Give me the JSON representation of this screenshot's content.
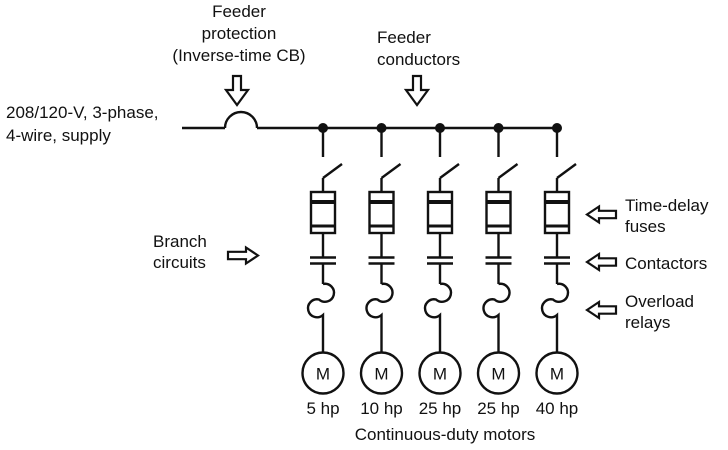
{
  "colors": {
    "ink": "#111111",
    "background": "#ffffff"
  },
  "supply_label": {
    "line1": "208/120-V, 3-phase,",
    "line2": "4-wire, supply"
  },
  "annotations": {
    "feeder_protection": {
      "line1": "Feeder",
      "line2": "protection",
      "line3": "(Inverse-time CB)",
      "pointer_icon": "down-block-arrow"
    },
    "feeder_conductors": {
      "line1": "Feeder",
      "line2": "conductors",
      "pointer_icon": "down-block-arrow"
    },
    "branch_circuits": {
      "line1": "Branch",
      "line2": "circuits",
      "pointer_icon": "right-block-arrow"
    },
    "time_delay_fuses": {
      "line1": "Time-delay",
      "line2": "fuses",
      "pointer_icon": "left-block-arrow"
    },
    "contactors": {
      "line1": "Contactors",
      "pointer_icon": "left-block-arrow"
    },
    "overload_relays": {
      "line1": "Overload",
      "line2": "relays",
      "pointer_icon": "left-block-arrow"
    }
  },
  "motors": [
    {
      "letter": "M",
      "rating": "5 hp"
    },
    {
      "letter": "M",
      "rating": "10 hp"
    },
    {
      "letter": "M",
      "rating": "25 hp"
    },
    {
      "letter": "M",
      "rating": "25 hp"
    },
    {
      "letter": "M",
      "rating": "40 hp"
    }
  ],
  "bottom_caption": "Continuous-duty motors"
}
